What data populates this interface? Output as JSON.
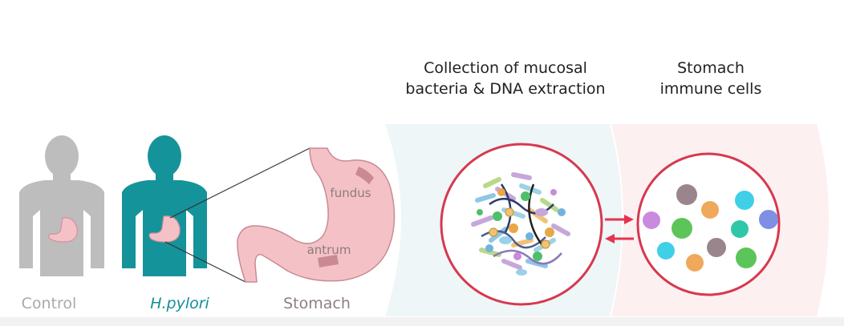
{
  "headers": {
    "collection_line1": "Collection of mucosal",
    "collection_line2": "bacteria & DNA extraction",
    "immune_line1": "Stomach",
    "immune_line2": "immune cells"
  },
  "labels": {
    "control": "Control",
    "hpylori": "H.pylori",
    "stomach": "Stomach",
    "fundus": "fundus",
    "antrum": "antrum"
  },
  "colors": {
    "control_body": "#bdbdbd",
    "hpylori_body": "#15939a",
    "stomach_pink": "#f4c1c7",
    "stomach_outline": "#c98a94",
    "circle_outline": "#d6394f",
    "arrow": "#e6334f",
    "collection_band": "#eef6f7",
    "immune_band": "#fdf0f1",
    "label_gray": "#a9a9a9",
    "label_teal": "#158f98",
    "label_stomach": "#8c7f7f"
  },
  "icons": {
    "exchange": "bidirectional-arrows-icon"
  }
}
